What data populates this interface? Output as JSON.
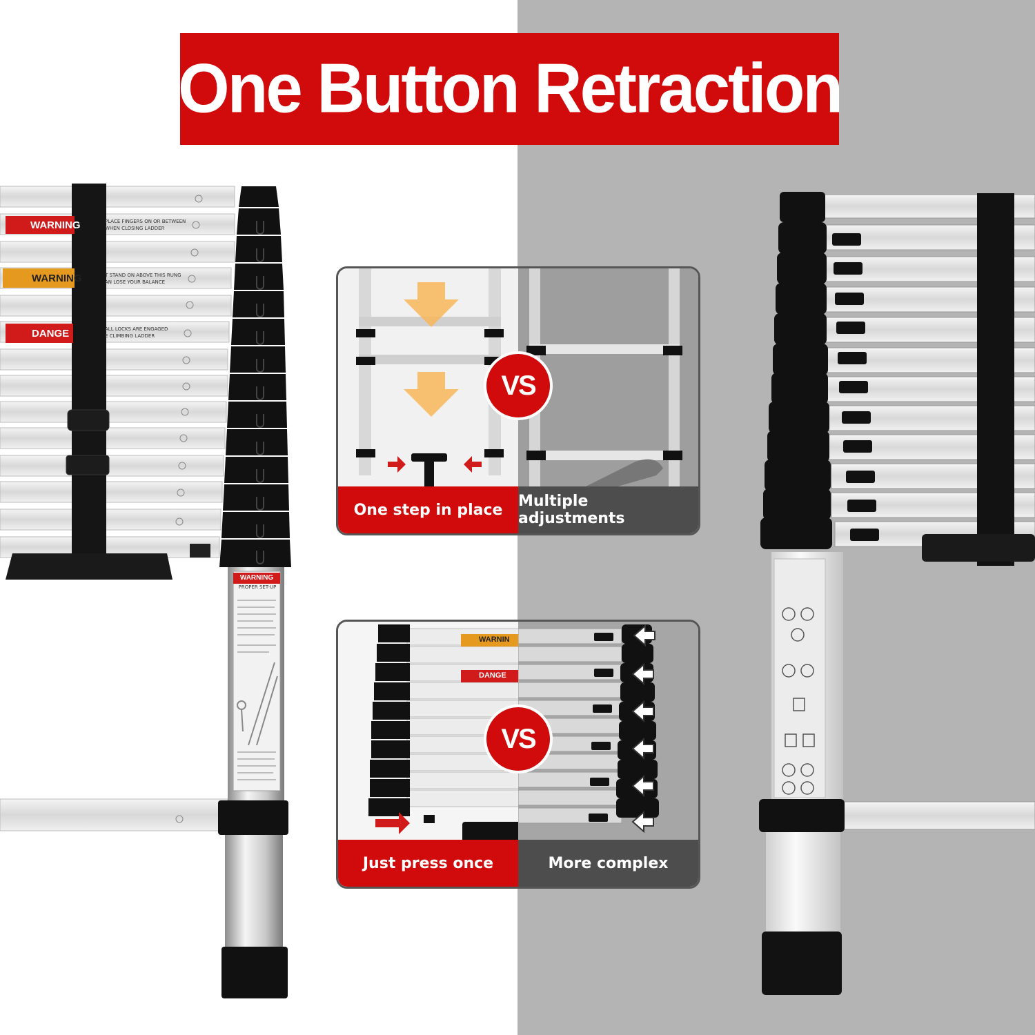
{
  "banner": {
    "title": "One Button Retraction"
  },
  "comparison_top": {
    "left_caption": "One step in place",
    "right_caption": "Multiple adjustments",
    "vs_label": "VS"
  },
  "comparison_bottom": {
    "left_caption": "Just press once",
    "right_caption": "More complex",
    "vs_label": "VS",
    "left_labels": [
      "WARNIN",
      "DANGE"
    ]
  },
  "left_ladder": {
    "labels": [
      {
        "badge": "WARNING",
        "note_line1": "PLACE FINGERS ON OR BETWEEN",
        "note_line2": "WHEN CLOSING LADDER",
        "color": "#d11b1b"
      },
      {
        "badge": "WARNING",
        "note_line1": "T STAND ON ABOVE THIS RUNG",
        "note_line2": "AN LOSE YOUR BALANCE",
        "color": "#e59a1f"
      },
      {
        "badge": "DANGE",
        "note_line1": "ALL LOCKS ARE ENGAGED",
        "note_line2": "E CLIMBING LADDER",
        "color": "#d11b1b"
      }
    ],
    "pole_label": {
      "title": "WARNING",
      "subtitle": "PROPER SET-UP"
    }
  },
  "colors": {
    "brand_red": "#d10b0b",
    "right_bg": "#b4b4b4",
    "dark_caption": "#4d4d4d"
  }
}
